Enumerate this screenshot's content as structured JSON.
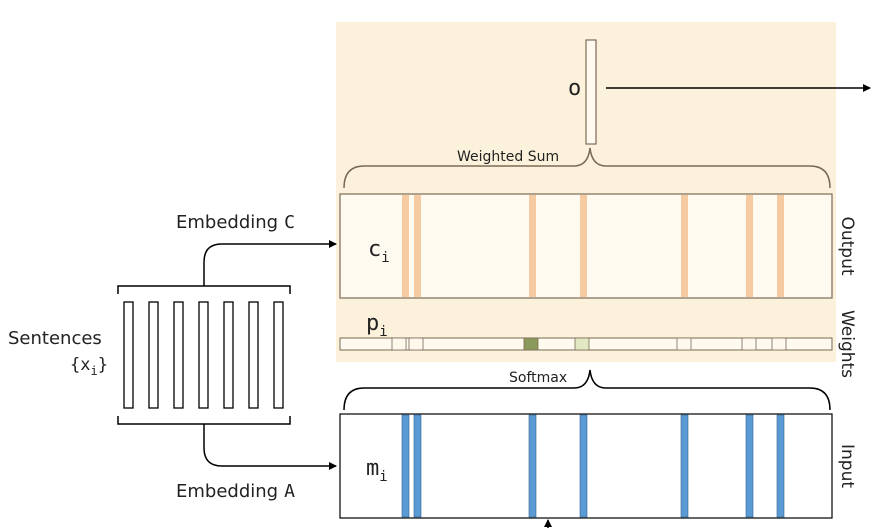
{
  "labels": {
    "o": "o",
    "weighted_sum": "Weighted Sum",
    "c_base": "c",
    "c_sub": "i",
    "p_base": "p",
    "p_sub": "i",
    "m_base": "m",
    "m_sub": "i",
    "softmax": "Softmax",
    "embedding_c_word": "Embedding",
    "embedding_c_letter": "C",
    "embedding_a_word": "Embedding",
    "embedding_a_letter": "A",
    "sentences": "Sentences",
    "x_open": "{x",
    "x_sub": "i",
    "x_close": "}",
    "output": "Output",
    "weights": "Weights",
    "input": "Input"
  },
  "colors": {
    "memory_panel": "#fcf2dc",
    "output_stripe": "#f7cba2",
    "input_stripe": "#5b9bd5",
    "weight_dark": "#8a9a5b",
    "weight_light": "#e2e8c2",
    "frame": "#7a6a55"
  }
}
